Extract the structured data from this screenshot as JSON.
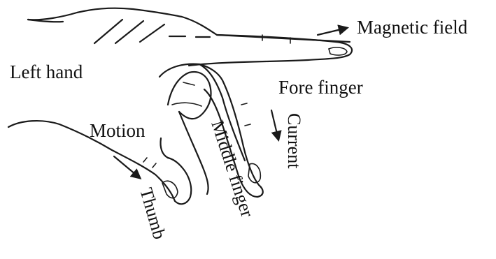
{
  "diagram": {
    "labels": {
      "magnetic_field": "Magnetic field",
      "left_hand": "Left hand",
      "fore_finger": "Fore finger",
      "current": "Current",
      "motion": "Motion",
      "middle_finger": "Middle finger",
      "thumb": "Thumb"
    },
    "arrows": [
      "magnetic-field-arrow",
      "current-arrow",
      "motion-arrow"
    ]
  }
}
